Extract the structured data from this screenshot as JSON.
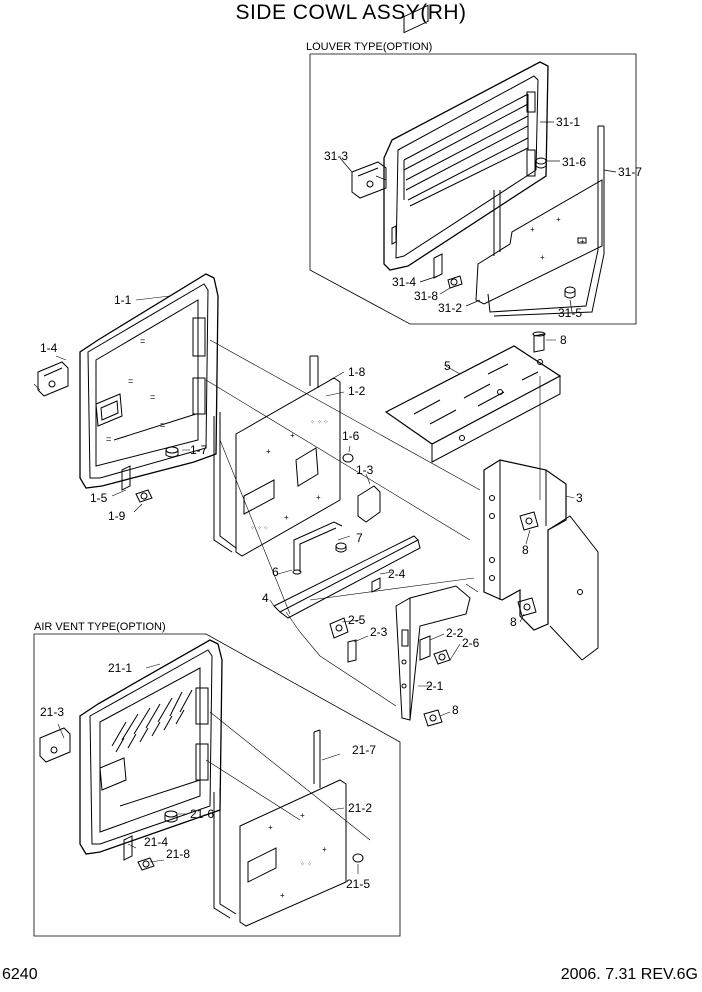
{
  "title": "SIDE COWL ASSY(RH)",
  "page_number": "6240",
  "revision": "2006. 7.31  REV.6G",
  "sections": {
    "louver": "LOUVER TYPE(OPTION)",
    "air_vent": "AIR VENT TYPE(OPTION)"
  },
  "labels": {
    "l_1_1": "1-1",
    "l_1_2": "1-2",
    "l_1_3": "1-3",
    "l_1_4": "1-4",
    "l_1_5": "1-5",
    "l_1_6": "1-6",
    "l_1_7": "1-7",
    "l_1_8": "1-8",
    "l_1_9": "1-9",
    "l_2_1": "2-1",
    "l_2_2": "2-2",
    "l_2_3": "2-3",
    "l_2_4": "2-4",
    "l_2_5": "2-5",
    "l_2_6": "2-6",
    "l_3": "3",
    "l_4": "4",
    "l_5": "5",
    "l_6": "6",
    "l_7": "7",
    "l_8a": "8",
    "l_8b": "8",
    "l_8c": "8",
    "l_8d": "8",
    "l_21_1": "21-1",
    "l_21_2": "21-2",
    "l_21_3": "21-3",
    "l_21_4": "21-4",
    "l_21_5": "21-5",
    "l_21_6": "21-6",
    "l_21_7": "21-7",
    "l_21_8": "21-8",
    "l_31_1": "31-1",
    "l_31_2": "31-2",
    "l_31_3": "31-3",
    "l_31_4": "31-4",
    "l_31_5": "31-5",
    "l_31_6": "31-6",
    "l_31_7": "31-7",
    "l_31_8": "31-8"
  }
}
